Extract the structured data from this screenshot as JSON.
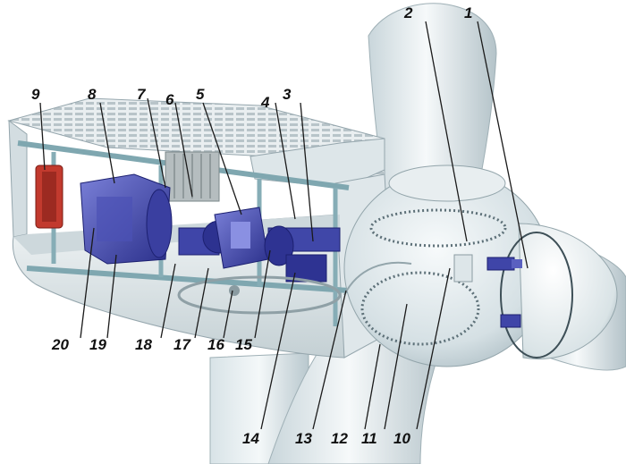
{
  "diagram": {
    "subject": "wind turbine nacelle cutaway",
    "labels": [
      {
        "id": "1",
        "text": "1"
      },
      {
        "id": "2",
        "text": "2"
      },
      {
        "id": "3",
        "text": "3"
      },
      {
        "id": "4",
        "text": "4"
      },
      {
        "id": "5",
        "text": "5"
      },
      {
        "id": "6",
        "text": "6"
      },
      {
        "id": "7",
        "text": "7"
      },
      {
        "id": "8",
        "text": "8"
      },
      {
        "id": "9",
        "text": "9"
      },
      {
        "id": "10",
        "text": "10"
      },
      {
        "id": "11",
        "text": "11"
      },
      {
        "id": "12",
        "text": "12"
      },
      {
        "id": "13",
        "text": "13"
      },
      {
        "id": "14",
        "text": "14"
      },
      {
        "id": "15",
        "text": "15"
      },
      {
        "id": "16",
        "text": "16"
      },
      {
        "id": "17",
        "text": "17"
      },
      {
        "id": "18",
        "text": "18"
      },
      {
        "id": "19",
        "text": "19"
      },
      {
        "id": "20",
        "text": "20"
      }
    ]
  }
}
